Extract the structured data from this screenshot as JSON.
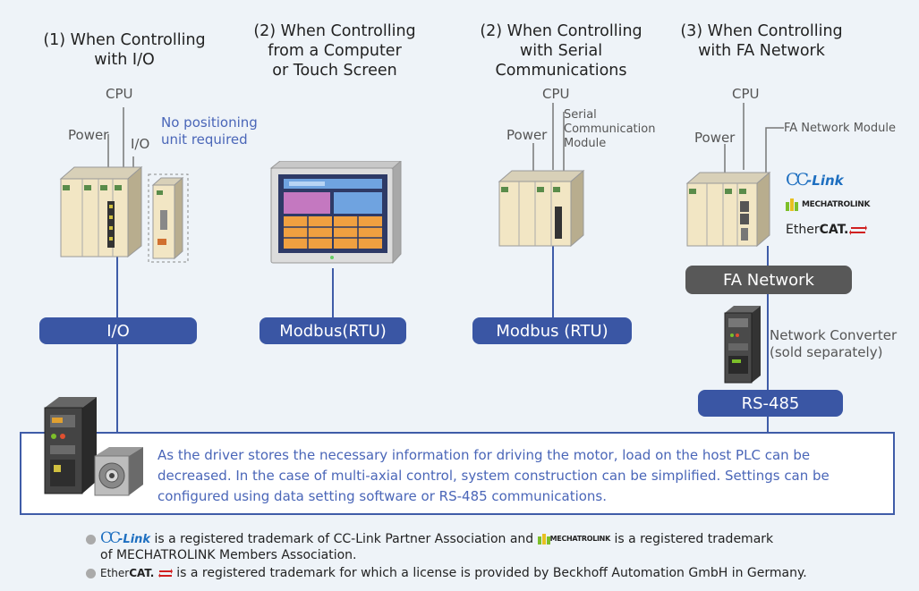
{
  "headers": {
    "io": [
      "(1) When Controlling",
      "with I/O"
    ],
    "computer": [
      "(2) When Controlling",
      "from a Computer",
      "or Touch Screen"
    ],
    "serial": [
      "(2) When Controlling",
      "with Serial",
      "Communications"
    ],
    "fa": [
      "(3) When Controlling",
      "with FA Network"
    ]
  },
  "labels": {
    "cpu": "CPU",
    "power": "Power",
    "io": "I/O",
    "no_positioning": [
      "No positioning",
      "unit required"
    ],
    "serial_module": [
      "Serial",
      "Communication",
      "Module"
    ],
    "fa_module": "FA Network Module",
    "network_converter": [
      "Network Converter",
      "(sold separately)"
    ]
  },
  "logos": {
    "cclink_cc": "CC",
    "cclink_link": "-Link",
    "mechatrolink": "MECHATROLINK",
    "ether": "Ether",
    "cat": "CAT."
  },
  "pills": {
    "io": "I/O",
    "modbus1": "Modbus(RTU)",
    "modbus2": "Modbus (RTU)",
    "fa_network": "FA Network",
    "rs485": "RS-485"
  },
  "info": "As the driver stores the necessary information for driving the motor, load on the host PLC can be decreased. In the case of multi-axial control, system construction can be simplified. Settings can be configured using data setting software or RS-485 communications.",
  "notes": {
    "note1_a": "is a registered trademark of CC-Link Partner Association and",
    "note1_b": "is a registered trademark",
    "note1_c": "of MECHATROLINK Members Association.",
    "note2": "is a registered trademark for which a license is provided by Beckhoff Automation GmbH in Germany."
  },
  "colors": {
    "accent_blue": "#3a56a4",
    "text_blue": "#4a66b8",
    "dark_pill": "#585858",
    "plc_body": "#f2e6c4"
  }
}
